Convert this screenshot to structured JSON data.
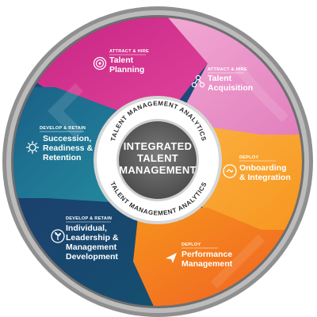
{
  "center": {
    "line1": "INTEGRATED",
    "line2": "TALENT",
    "line3": "MANAGEMENT"
  },
  "ring": {
    "top": "TALENT MANAGEMENT ANALYTICS",
    "bottom": "TALENT MANAGEMENT ANALYTICS"
  },
  "segments": [
    {
      "category": "ATTRACT & HIRE",
      "line1": "Talent",
      "line2": "Planning",
      "line3": "",
      "icon": "target-icon"
    },
    {
      "category": "ATTRACT & HIRE",
      "line1": "Talent",
      "line2": "Acquisition",
      "line3": "",
      "icon": "network-icon"
    },
    {
      "category": "DEPLOY",
      "line1": "Onboarding",
      "line2": "& Integration",
      "line3": "",
      "icon": "handshake-icon"
    },
    {
      "category": "DEPLOY",
      "line1": "Performance",
      "line2": "Management",
      "line3": "",
      "icon": "paper-plane-icon"
    },
    {
      "category": "DEVELOP & RETAIN",
      "line1": "Individual,",
      "line2": "Leadership &",
      "line3": "Management",
      "line4": "Development",
      "icon": "sprout-icon"
    },
    {
      "category": "DEVELOP & RETAIN",
      "line1": "Succession,",
      "line2": "Readiness &",
      "line3": "Retention",
      "icon": "gear-icon"
    }
  ],
  "colors": {
    "magenta": "#d6368f",
    "pink": "#e98cc4",
    "orange": "#f7941d",
    "orange_dark": "#f26b21",
    "navy": "#17446e",
    "teal": "#1f7e9a",
    "ring": "#9a9a9a",
    "core": "#5e5e5e"
  }
}
